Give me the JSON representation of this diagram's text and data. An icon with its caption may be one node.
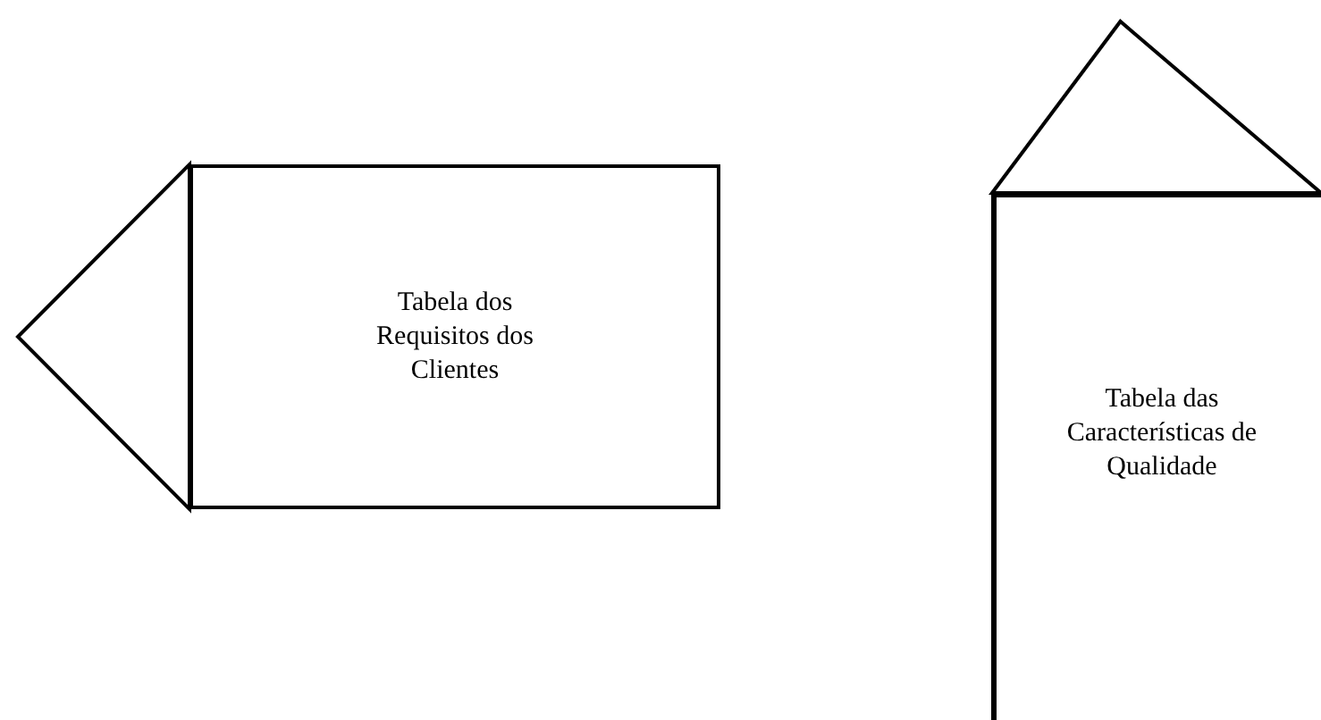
{
  "diagram": {
    "nodes": [
      {
        "text": [],
        "shape": "triangle"
      },
      {
        "text": [
          "Tabela dos Requisitos dos Clientes"
        ]
      },
      {
        "text": [],
        "shape": "triangle"
      },
      {
        "text": [
          "Tabela das Características de Qualidade"
        ]
      }
    ]
  }
}
